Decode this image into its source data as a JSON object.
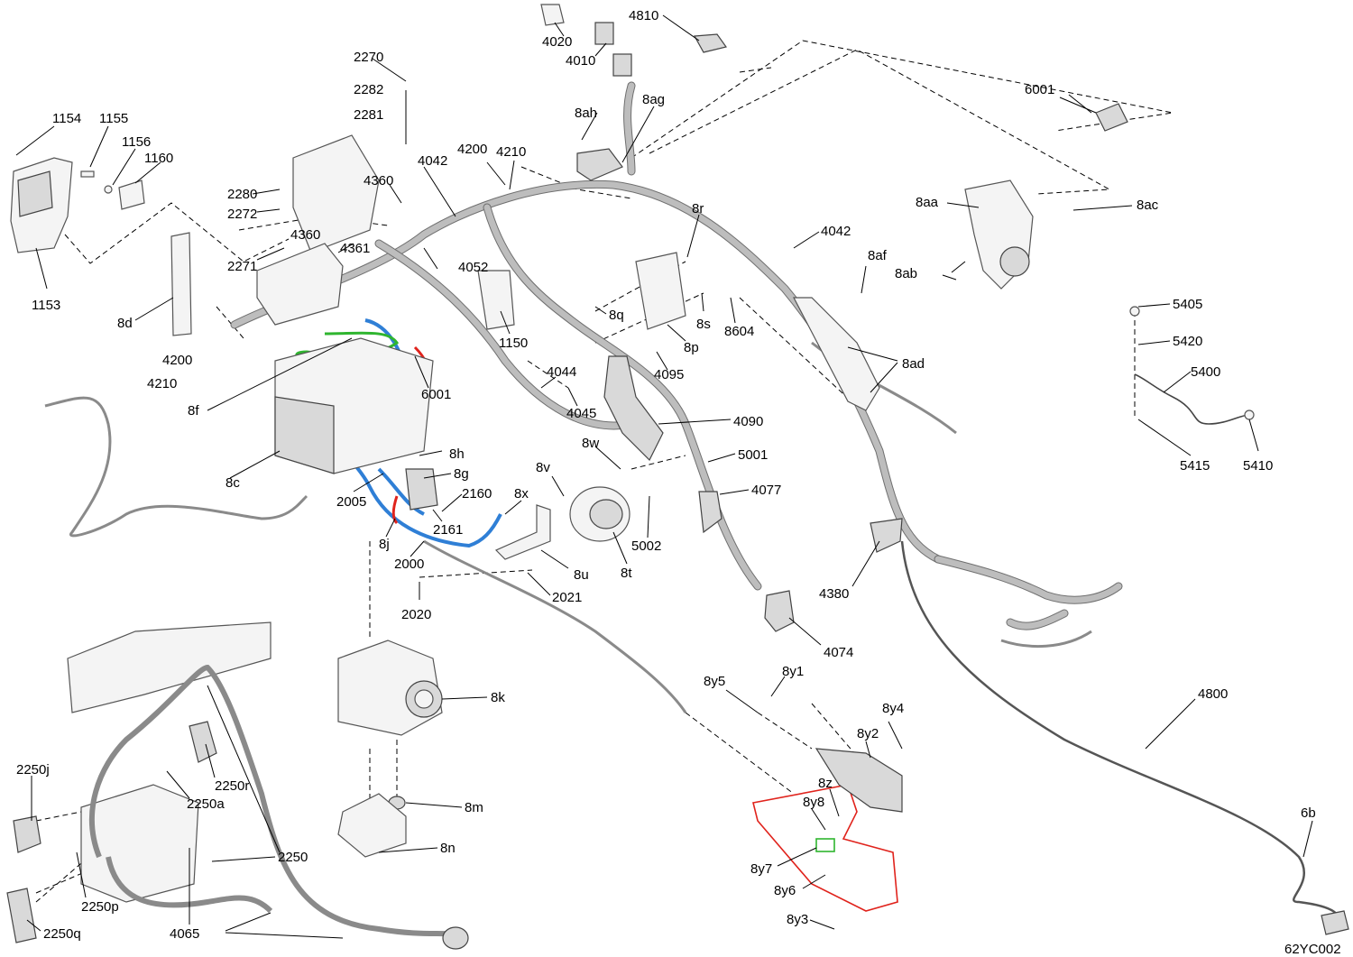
{
  "colors": {
    "highlight_red": "#e0231c",
    "highlight_green": "#2fb52f",
    "highlight_blue": "#2f7fd6",
    "line": "#000000"
  },
  "figure_code": "62YC002",
  "labels": {
    "l1153": "1153",
    "l1154": "1154",
    "l1155": "1155",
    "l1156": "1156",
    "l1160": "1160",
    "l2270": "2270",
    "l2282": "2282",
    "l2281": "2281",
    "l2280": "2280",
    "l2272": "2272",
    "l2271": "2271",
    "l4360a": "4360",
    "l4360b": "4360",
    "l4361": "4361",
    "l4042a": "4042",
    "l4042b": "4042",
    "l4200a": "4200",
    "l4200b": "4200",
    "l4210a": "4210",
    "l4210b": "4210",
    "l4052": "4052",
    "l1150": "1150",
    "l4020": "4020",
    "l4010": "4010",
    "l4810": "4810",
    "l8ah": "8ah",
    "l8ag": "8ag",
    "l6001a": "6001",
    "l6001b": "6001",
    "l8aa": "8aa",
    "l8ac": "8ac",
    "l8ab": "8ab",
    "l8af": "8af",
    "l8ad": "8ad",
    "l8r": "8r",
    "l8q": "8q",
    "l8p": "8p",
    "l8s": "8s",
    "l8604": "8604",
    "l4095": "4095",
    "l4044": "4044",
    "l4045": "4045",
    "l4090": "4090",
    "l8d": "8d",
    "l8f": "8f",
    "l8c": "8c",
    "l8h": "8h",
    "l8g": "8g",
    "l2005": "2005",
    "l2160": "2160",
    "l2161": "2161",
    "l8j": "8j",
    "l2000": "2000",
    "l2020": "2020",
    "l2021": "2021",
    "l8x": "8x",
    "l8v": "8v",
    "l8w": "8w",
    "l8u": "8u",
    "l8t": "8t",
    "l5001": "5001",
    "l5002": "5002",
    "l4077": "4077",
    "l4380": "4380",
    "l4074": "4074",
    "l5405": "5405",
    "l5420": "5420",
    "l5400": "5400",
    "l5415": "5415",
    "l5410": "5410",
    "l8k": "8k",
    "l8m": "8m",
    "l8n": "8n",
    "l8y5": "8y5",
    "l8y1": "8y1",
    "l8y4": "8y4",
    "l8y2": "8y2",
    "l8z": "8z",
    "l8y8": "8y8",
    "l8y7": "8y7",
    "l8y6": "8y6",
    "l8y3": "8y3",
    "l4800": "4800",
    "l6b": "6b",
    "l2250j": "2250j",
    "l2250r": "2250r",
    "l2250a": "2250a",
    "l2250": "2250",
    "l2250p": "2250p",
    "l2250q": "2250q",
    "l4065": "4065"
  }
}
